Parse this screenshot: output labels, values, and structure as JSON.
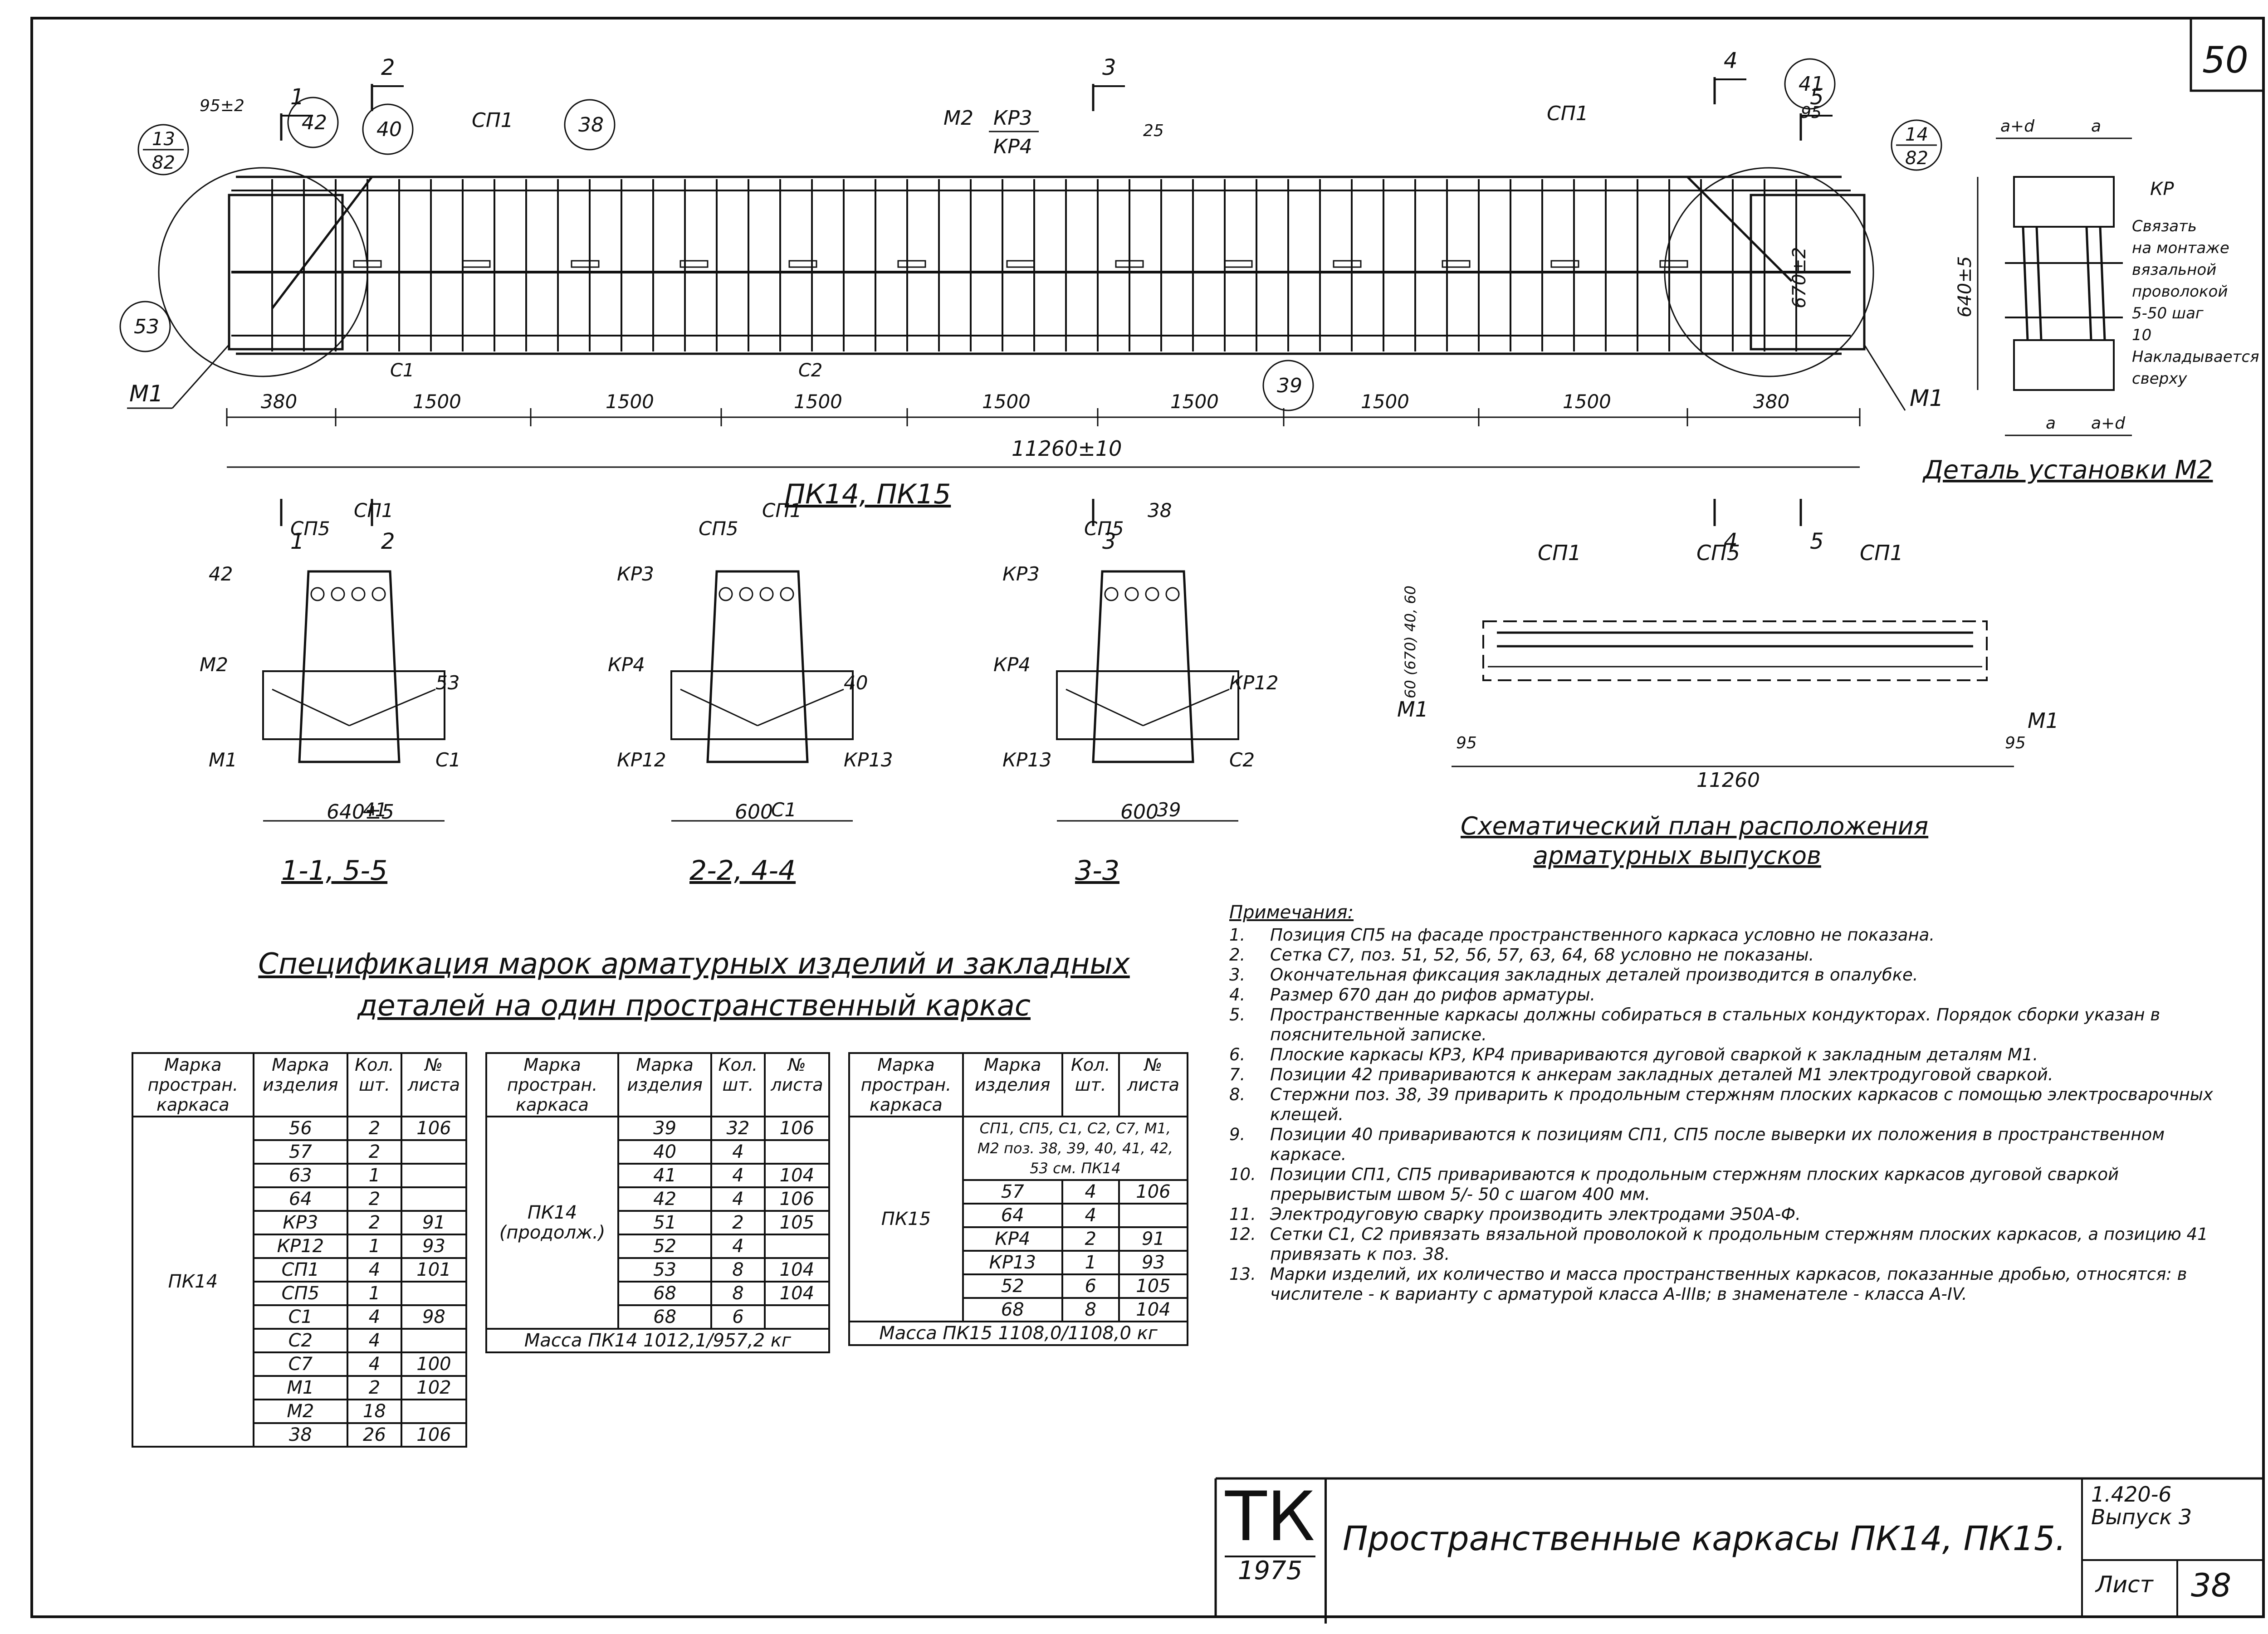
{
  "page_number": "50",
  "elevation": {
    "callouts": [
      "13/82",
      "42",
      "40",
      "38",
      "53",
      "41",
      "14/82",
      "39"
    ],
    "rebar_labels": {
      "sp1": "СП1",
      "sp1_right": "СП1",
      "m2": "М2",
      "kr3": "КР3",
      "kr4": "КР4",
      "c1": "С1",
      "c2": "С2",
      "m1_left": "М1",
      "m1_right": "М1"
    },
    "section_marks": [
      "1",
      "2",
      "3",
      "4",
      "5"
    ],
    "dim_95": "95±2",
    "dim_95_right": "95",
    "dim_25": "25",
    "dim_height": "670±2",
    "spans": [
      "380",
      "1500",
      "1500",
      "1500",
      "1500",
      "1500",
      "1500",
      "1500",
      "380"
    ],
    "overall": "11260±10",
    "caption": "ПК14, ПК15"
  },
  "detail_m2": {
    "dims_top": [
      "a+d",
      "a"
    ],
    "height": "640±5",
    "kr": "КР",
    "notes": [
      "Связать",
      "на монтаже",
      "вязальной",
      "проволокой",
      "5-50 шаг",
      "10",
      "Накладывается",
      "сверху"
    ],
    "dims_bottom": [
      "a",
      "a+d"
    ],
    "caption": "Деталь установки М2"
  },
  "sections": [
    {
      "caption": "1-1, 5-5",
      "width": "640±5",
      "labels": [
        "СП5",
        "СП1",
        "42",
        "М2",
        "53",
        "М1",
        "С1",
        "41"
      ]
    },
    {
      "caption": "2-2, 4-4",
      "width": "600",
      "labels": [
        "СП5",
        "СП1",
        "КР3",
        "КР4",
        "40",
        "КР12",
        "КР13",
        "С1"
      ]
    },
    {
      "caption": "3-3",
      "width": "600",
      "labels": [
        "СП5",
        "38",
        "КР3",
        "КР4",
        "КР12",
        "КР13",
        "С2",
        "39"
      ]
    }
  ],
  "scheme": {
    "labels": [
      "СП1",
      "СП5",
      "СП1",
      "М1",
      "М1"
    ],
    "height": "60 (670) 40, 60",
    "dims": [
      "95",
      "95",
      "11260"
    ],
    "caption_1": "Схематический план расположения",
    "caption_2": "арматурных выпусков"
  },
  "spec_title": [
    "Спецификация марок арматурных изделий и закладных",
    "деталей на один пространственный каркас"
  ],
  "spec_tables": {
    "headers": [
      "Марка простран. каркаса",
      "Марка изделия",
      "Кол. шт.",
      "№ листа"
    ],
    "t1": {
      "frame": "ПК14",
      "rows": [
        [
          "56",
          "2",
          "106"
        ],
        [
          "57",
          "2",
          ""
        ],
        [
          "63",
          "1",
          ""
        ],
        [
          "64",
          "2",
          ""
        ],
        [
          "КР3",
          "2",
          "91"
        ],
        [
          "КР12",
          "1",
          "93"
        ],
        [
          "СП1",
          "4",
          "101"
        ],
        [
          "СП5",
          "1",
          ""
        ],
        [
          "С1",
          "4",
          "98"
        ],
        [
          "С2",
          "4",
          ""
        ],
        [
          "С7",
          "4",
          "100"
        ],
        [
          "М1",
          "2",
          "102"
        ],
        [
          "М2",
          "18",
          ""
        ],
        [
          "38",
          "26",
          "106"
        ]
      ]
    },
    "t2": {
      "frame": "ПК14 (продолж.)",
      "rows": [
        [
          "39",
          "32",
          "106"
        ],
        [
          "40",
          "4",
          ""
        ],
        [
          "41",
          "4",
          "104"
        ],
        [
          "42",
          "4",
          "106"
        ],
        [
          "51",
          "2",
          "105"
        ],
        [
          "52",
          "4",
          ""
        ],
        [
          "53",
          "8",
          "104"
        ],
        [
          "68",
          "8",
          "104"
        ],
        [
          "68",
          "6",
          ""
        ]
      ],
      "mass": "Масса ПК14 1012,1/957,2 кг"
    },
    "t3": {
      "frame": "ПК15",
      "note": "СП1, СП5, С1, С2, С7, М1, М2 поз. 38, 39, 40, 41, 42, 53 см. ПК14",
      "rows": [
        [
          "57",
          "4",
          "106"
        ],
        [
          "64",
          "4",
          ""
        ],
        [
          "КР4",
          "2",
          "91"
        ],
        [
          "КР13",
          "1",
          "93"
        ],
        [
          "52",
          "6",
          "105"
        ],
        [
          "68",
          "8",
          "104"
        ]
      ],
      "mass": "Масса ПК15 1108,0/1108,0 кг"
    }
  },
  "notes": {
    "title": "Примечания:",
    "items": [
      "Позиция СП5 на фасаде пространственного каркаса условно не показана.",
      "Сетка С7, поз. 51, 52, 56, 57, 63, 64, 68 условно не показаны.",
      "Окончательная фиксация закладных деталей производится в опалубке.",
      "Размер 670 дан до рифов арматуры.",
      "Пространственные каркасы должны собираться в стальных кондукторах. Порядок сборки указан в пояснительной записке.",
      "Плоские каркасы КР3, КР4 привариваются дуговой сваркой к закладным деталям М1.",
      "Позиции 42 привариваются к анкерам закладных деталей М1 электродуговой сваркой.",
      "Стержни поз. 38, 39 приварить к продольным стержням плоских каркасов с помощью электросварочных клещей.",
      "Позиции 40 привариваются к позициям СП1, СП5 после выверки их положения в пространственном каркасе.",
      "Позиции СП1, СП5 привариваются к продольным стержням плоских каркасов дуговой сваркой прерывистым швом 5/- 50 с шагом 400 мм.",
      "Электродуговую сварку производить электродами Э50А-Ф.",
      "Сетки С1, С2 привязать вязальной проволокой к продольным стержням плоских каркасов, а позицию 41 привязать к поз. 38.",
      "Марки изделий, их количество и масса пространственных каркасов, показанные дробью, относятся: в числителе - к варианту с арматурой класса А-IIIв; в знаменателе - класса А-IV."
    ]
  },
  "title_block": {
    "tk": "ТК",
    "year": "1975",
    "name": "Пространственные каркасы ПК14, ПК15.",
    "series": "1.420-6",
    "issue": "Выпуск 3",
    "sheet_label": "Лист",
    "sheet_no": "38"
  }
}
